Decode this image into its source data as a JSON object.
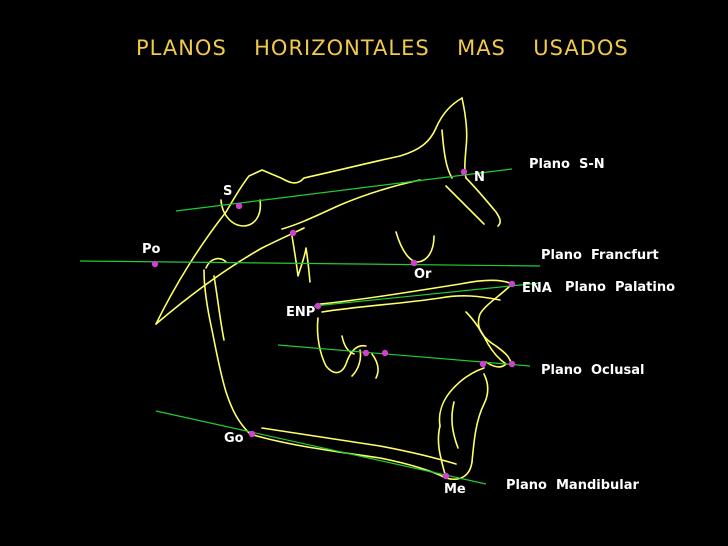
{
  "title": "PLANOS  HORIZONTALES  MAS  USADOS",
  "colors": {
    "background": "#000000",
    "title": "#F2C94C",
    "lines": "#22CC33",
    "bone": "#FFFF66",
    "points": "#D040D0",
    "text": "#FFFFFF"
  },
  "points": {
    "N": "N",
    "S": "S",
    "Po": "Po",
    "Or": "Or",
    "ENA": "ENA",
    "ENP": "ENP",
    "Go": "Go",
    "Me": "Me"
  },
  "planes": {
    "sn": "Plano  S-N",
    "francfurt": "Plano  Francfurt",
    "palatino": "Plano  Palatino",
    "oclusal": "Plano  Oclusal",
    "mandibular": "Plano  Mandibular"
  }
}
